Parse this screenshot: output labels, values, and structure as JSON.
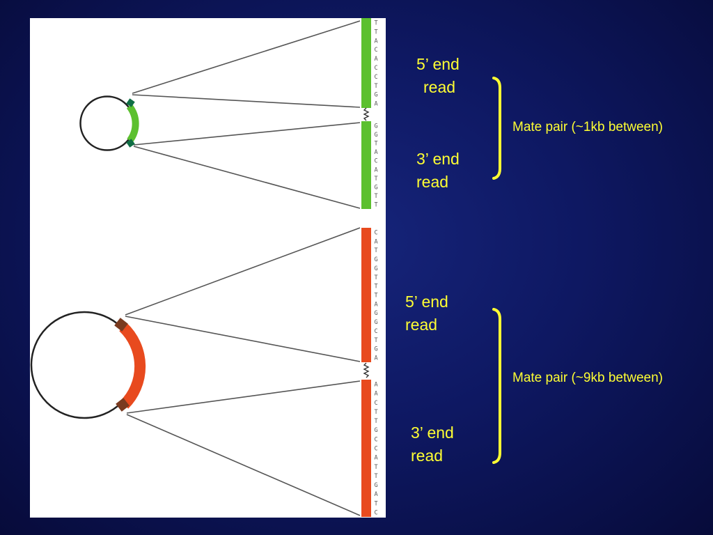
{
  "top_pair": {
    "five_prime_label": [
      "5’ end",
      "read"
    ],
    "three_prime_label": [
      "3’ end",
      "read"
    ],
    "mate_pair_label": "Mate pair (~1kb between)",
    "segment_color": "#5cc02f",
    "marker_color": "#0f6e45",
    "upper_read_sequence": [
      "T",
      "T",
      "A",
      "C",
      "A",
      "C",
      "C",
      "T",
      "G",
      "A"
    ],
    "lower_read_sequence": [
      "G",
      "G",
      "T",
      "A",
      "C",
      "A",
      "T",
      "G",
      "T",
      "T"
    ]
  },
  "bottom_pair": {
    "five_prime_label": [
      "5’ end",
      "read"
    ],
    "three_prime_label": [
      "3’ end",
      "read"
    ],
    "mate_pair_label": "Mate pair (~9kb between)",
    "segment_color": "#e84a1e",
    "marker_color": "#7a3a1f",
    "upper_read_sequence": [
      "C",
      "A",
      "T",
      "G",
      "G",
      "T",
      "T",
      "T",
      "A",
      "G",
      "G",
      "C",
      "T",
      "G",
      "A"
    ],
    "lower_read_sequence": [
      "A",
      "A",
      "C",
      "T",
      "T",
      "G",
      "C",
      "C",
      "A",
      "T",
      "T",
      "G",
      "A",
      "T",
      "C"
    ]
  },
  "colors": {
    "label_color": "#ffff33",
    "line_color": "#555555"
  }
}
